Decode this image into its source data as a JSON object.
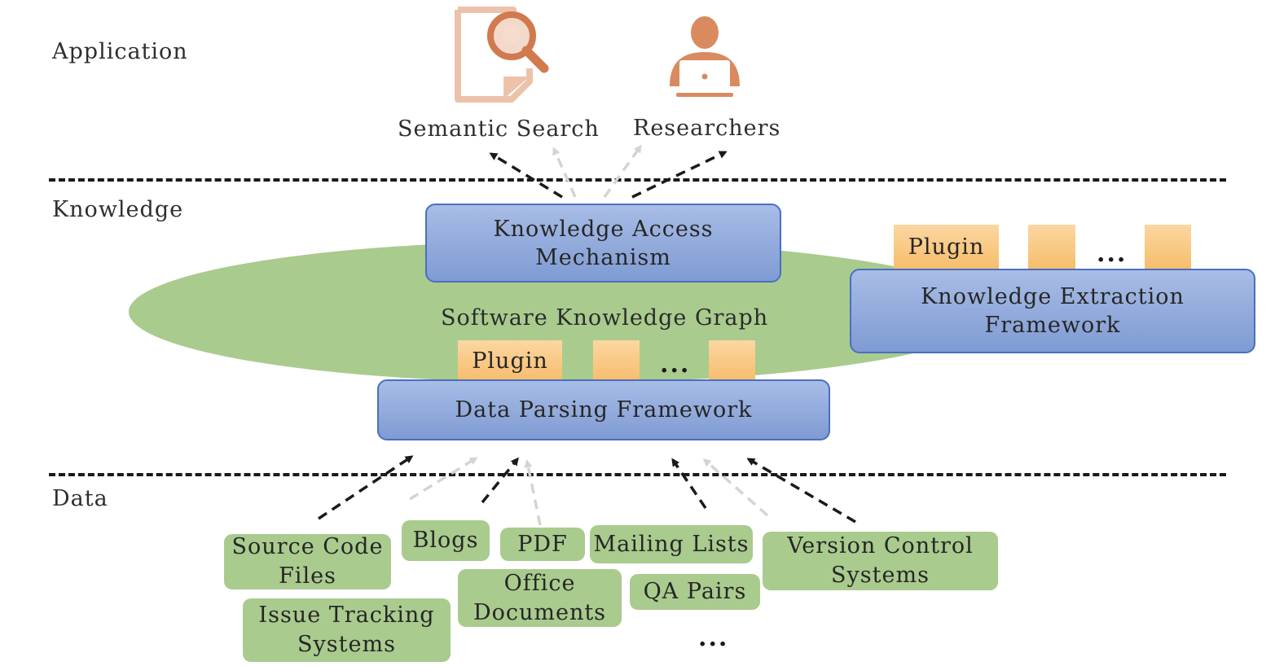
{
  "layers": {
    "application": "Application",
    "knowledge": "Knowledge",
    "data": "Data"
  },
  "application": {
    "semantic_search": "Semantic Search",
    "researchers": "Researchers",
    "semantic_search_icon": "document-search-icon",
    "researchers_icon": "person-laptop-icon"
  },
  "knowledge": {
    "graph_label": "Software Knowledge Graph",
    "access_line1": "Knowledge Access",
    "access_line2": "Mechanism",
    "extraction_line1": "Knowledge Extraction",
    "extraction_line2": "Framework",
    "parsing": "Data Parsing Framework",
    "plugin": "Plugin",
    "ellipsis": "..."
  },
  "data_sources": {
    "source_code_line1": "Source Code",
    "source_code_line2": "Files",
    "blogs": "Blogs",
    "pdf": "PDF",
    "mailing_lists": "Mailing Lists",
    "version_control_line1": "Version Control",
    "version_control_line2": "Systems",
    "issue_tracking_line1": "Issue Tracking",
    "issue_tracking_line2": "Systems",
    "office_line1": "Office",
    "office_line2": "Documents",
    "qa_pairs": "QA Pairs",
    "ellipsis": "..."
  },
  "colors": {
    "graph_ellipse": "#a9cb8e",
    "framework_box": "#8ea8dc",
    "plugin": "#f9c982",
    "data_source": "#a9cb8e",
    "icon": "#d98a5f",
    "arrow_dark": "#1a1a1a",
    "arrow_light": "#d4d4d4"
  }
}
